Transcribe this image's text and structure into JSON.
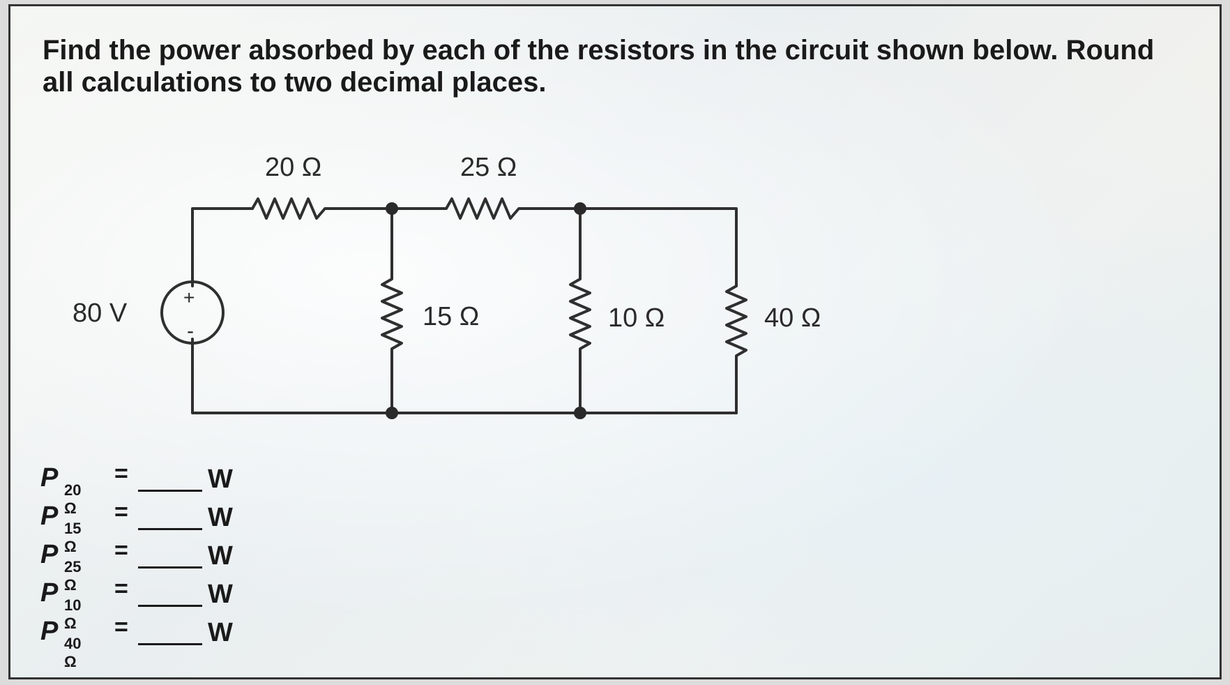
{
  "problem": {
    "text": "Find the power absorbed by each of the resistors in the circuit shown below. Round all calculations to two decimal places."
  },
  "circuit": {
    "source": {
      "label": "80 V",
      "plus": "+",
      "minus": "-"
    },
    "resistors": [
      {
        "id": "r20",
        "label": "20 Ω"
      },
      {
        "id": "r25",
        "label": "25 Ω"
      },
      {
        "id": "r15",
        "label": "15 Ω"
      },
      {
        "id": "r10",
        "label": "10 Ω"
      },
      {
        "id": "r40",
        "label": "40 Ω"
      }
    ]
  },
  "answers": [
    {
      "symbol": "P",
      "subscript": "20 Ω",
      "equals": "=",
      "value": "",
      "unit": "W"
    },
    {
      "symbol": "P",
      "subscript": "15 Ω",
      "equals": "=",
      "value": "",
      "unit": "W"
    },
    {
      "symbol": "P",
      "subscript": "25 Ω",
      "equals": "=",
      "value": "",
      "unit": "W"
    },
    {
      "symbol": "P",
      "subscript": "10 Ω",
      "equals": "=",
      "value": "",
      "unit": "W"
    },
    {
      "symbol": "P",
      "subscript": "40 Ω",
      "equals": "=",
      "value": "",
      "unit": "W"
    }
  ]
}
